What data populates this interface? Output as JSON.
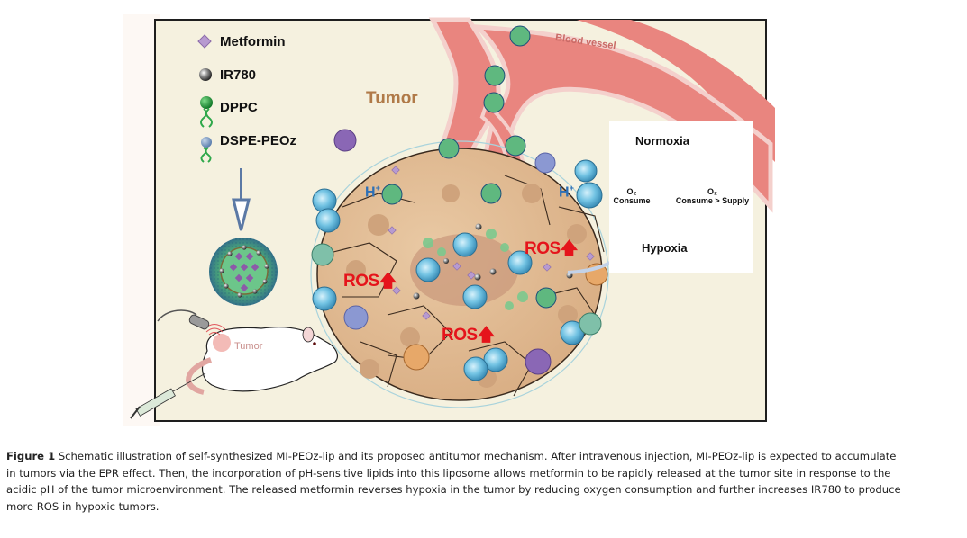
{
  "figure": {
    "legend": {
      "items": [
        {
          "label": "Metformin",
          "icon": "purple-diamond-icon"
        },
        {
          "label": "IR780",
          "icon": "gray-sphere-icon"
        },
        {
          "label": "DPPC",
          "icon": "green-lipid-icon"
        },
        {
          "label": "DSPE-PEOz",
          "icon": "blue-lipid-icon"
        }
      ]
    },
    "labels": {
      "tumor": "Tumor",
      "blood_vessel": "Blood vessel",
      "mouse_tumor": "Tumor",
      "hplus_left": "H",
      "hplus_right": "H",
      "hplus_sup": "+",
      "ros_1": "ROS",
      "ros_2": "ROS",
      "ros_3": "ROS"
    },
    "oxygen_panel": {
      "top_label": "Normoxia",
      "bottom_label": "Hypoxia",
      "left_o2": "O₂",
      "left_text": "Consume",
      "right_o2": "O₂",
      "right_text": "Consume > Supply"
    },
    "colors": {
      "frame_bg": "#f5f1df",
      "ros_red": "#e5141b",
      "hplus_blue": "#2d6fb6",
      "tumor_label": "#b07a48",
      "vessel": "#e2807a",
      "arrow_blue": "#7f97c4",
      "arrow_red": "#ee5a5a"
    }
  },
  "caption": {
    "label": "Figure 1",
    "text": "Schematic illustration of self-synthesized MI-PEOz-lip and its proposed antitumor mechanism. After intravenous injection, MI-PEOz-lip is expected to accumulate in tumors via the EPR effect. Then, the incorporation of pH-sensitive lipids into this liposome allows metformin to be rapidly released at the tumor site in response to the acidic pH of the tumor microenvironment. The released metformin reverses hypoxia in the tumor by reducing oxygen consumption and further increases IR780 to produce more ROS in hypoxic tumors."
  }
}
